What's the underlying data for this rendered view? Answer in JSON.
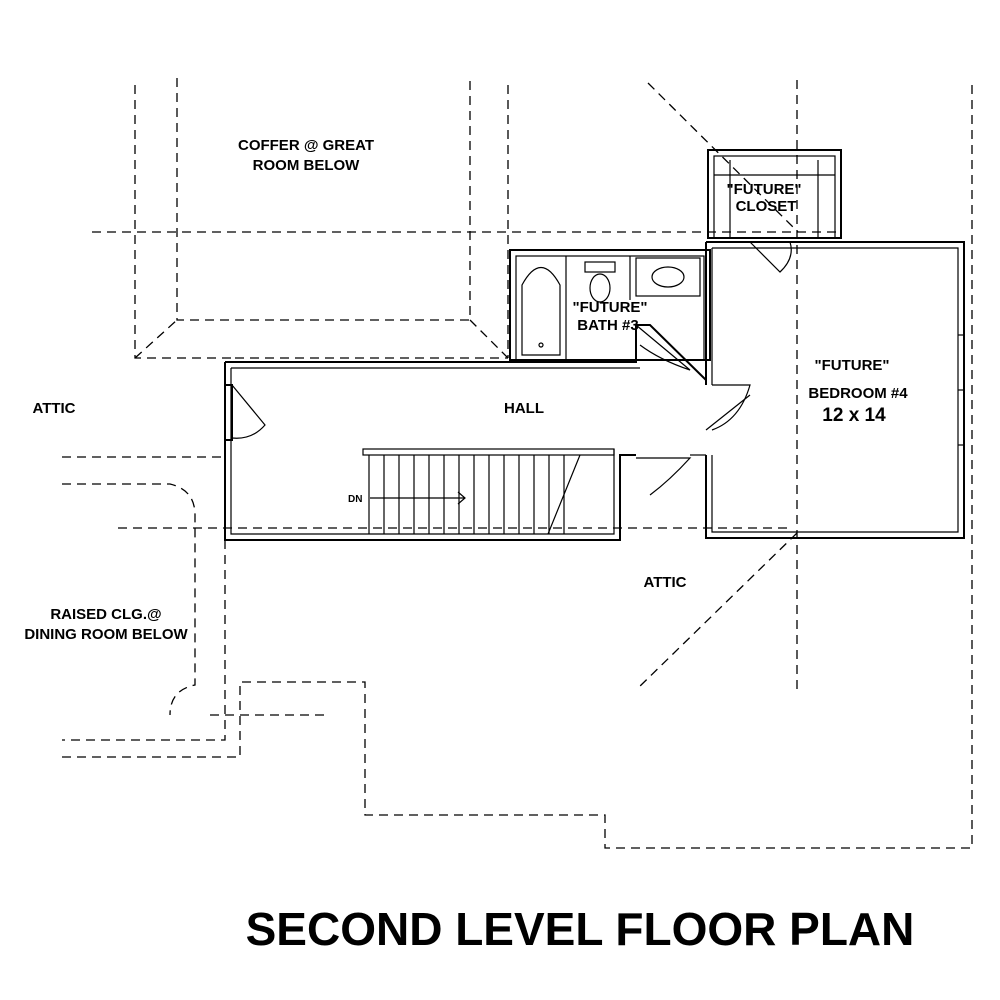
{
  "drawing": {
    "title": "SECOND LEVEL FLOOR PLAN"
  },
  "labels": {
    "coffer_line1": "COFFER @ GREAT",
    "coffer_line2": "ROOM BELOW",
    "closet_line1": "\"FUTURE\"",
    "closet_line2": "CLOSET",
    "bath_line1": "\"FUTURE\"",
    "bath_line2": "BATH #3",
    "bedroom_line1": "\"FUTURE\"",
    "bedroom_line2": "BEDROOM #4",
    "bedroom_size": "12 x 14",
    "hall": "HALL",
    "attic_left": "ATTIC",
    "attic_bottom": "ATTIC",
    "stair_direction": "DN",
    "dining_line1": "RAISED CLG.@",
    "dining_line2": "DINING ROOM BELOW"
  },
  "style": {
    "line_color": "#000000",
    "background": "#ffffff"
  }
}
